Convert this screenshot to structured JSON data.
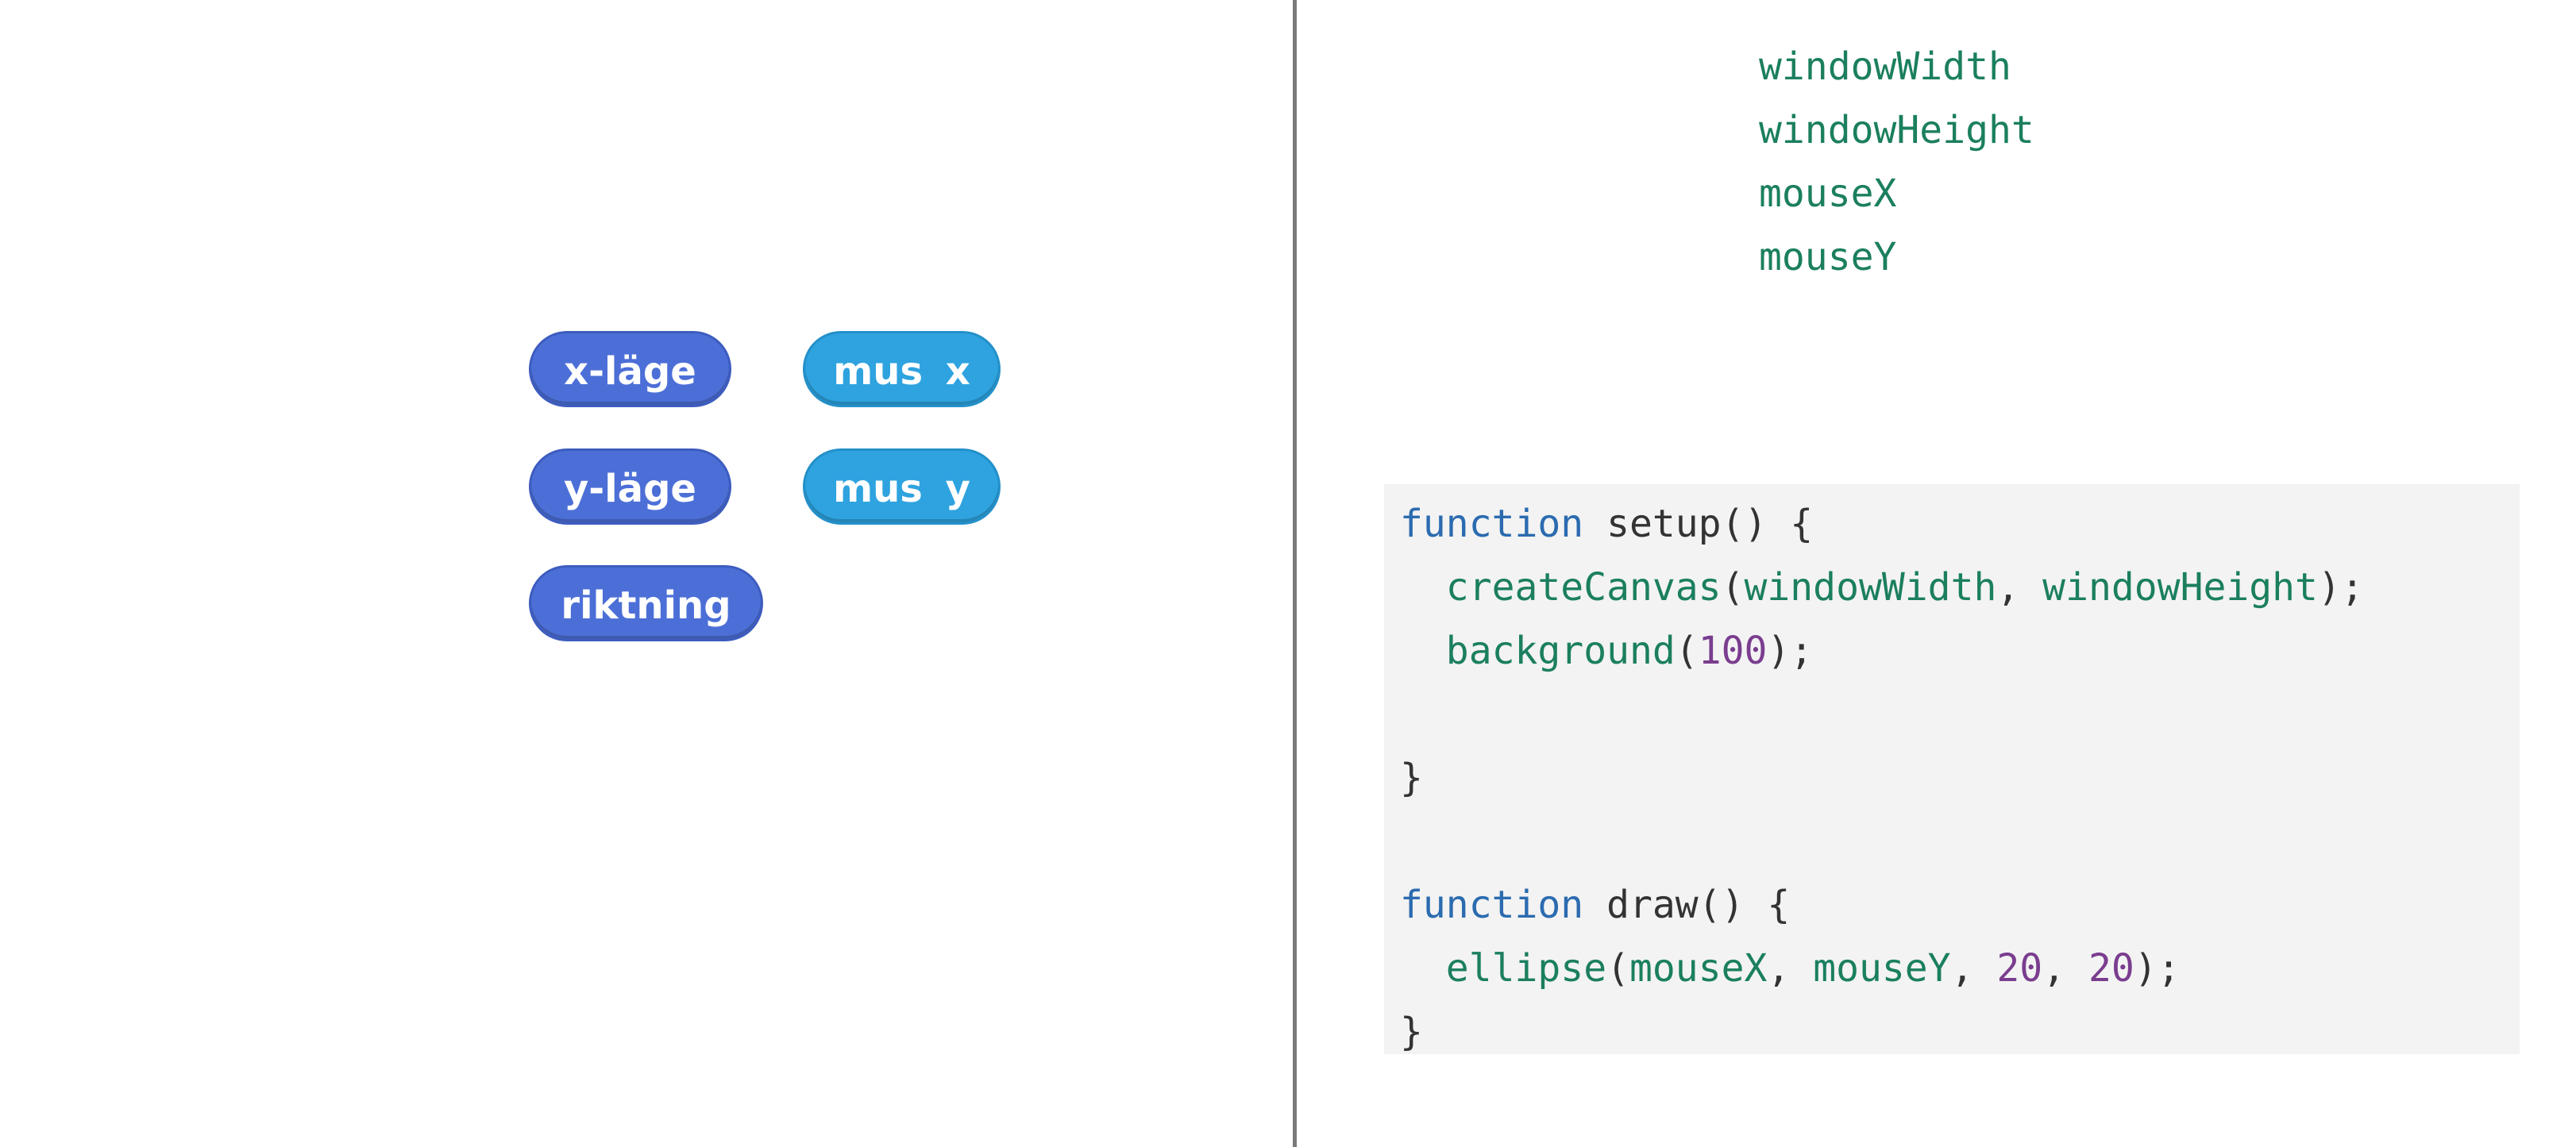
{
  "blocks": {
    "x_position": "x-läge",
    "y_position": "y-läge",
    "direction": "riktning",
    "mouse_x": "mus x",
    "mouse_y": "mus y"
  },
  "variables": [
    "windowWidth",
    "windowHeight",
    "mouseX",
    "mouseY"
  ],
  "code": {
    "line1": {
      "kw": "function",
      "name": " setup() {"
    },
    "line2": {
      "indent": "  ",
      "fn": "createCanvas",
      "open": "(",
      "arg1": "windowWidth",
      "sep": ", ",
      "arg2": "windowHeight",
      "close": ");"
    },
    "line3": {
      "indent": "  ",
      "fn": "background",
      "open": "(",
      "num": "100",
      "close": ");"
    },
    "line5": "}",
    "line7": {
      "kw": "function",
      "name": " draw() {"
    },
    "line8": {
      "indent": "  ",
      "fn": "ellipse",
      "open": "(",
      "arg1": "mouseX",
      "sep1": ", ",
      "arg2": "mouseY",
      "sep2": ", ",
      "num1": "20",
      "sep3": ", ",
      "num2": "20",
      "close": ");"
    },
    "line9": "}"
  },
  "colors": {
    "motion_block": "#4c6fd7",
    "sensing_block": "#2ea3df",
    "keyword": "#2b6bb0",
    "identifier": "#1b7f5f",
    "number": "#7a3d8f",
    "code_background": "#f3f3f3"
  }
}
